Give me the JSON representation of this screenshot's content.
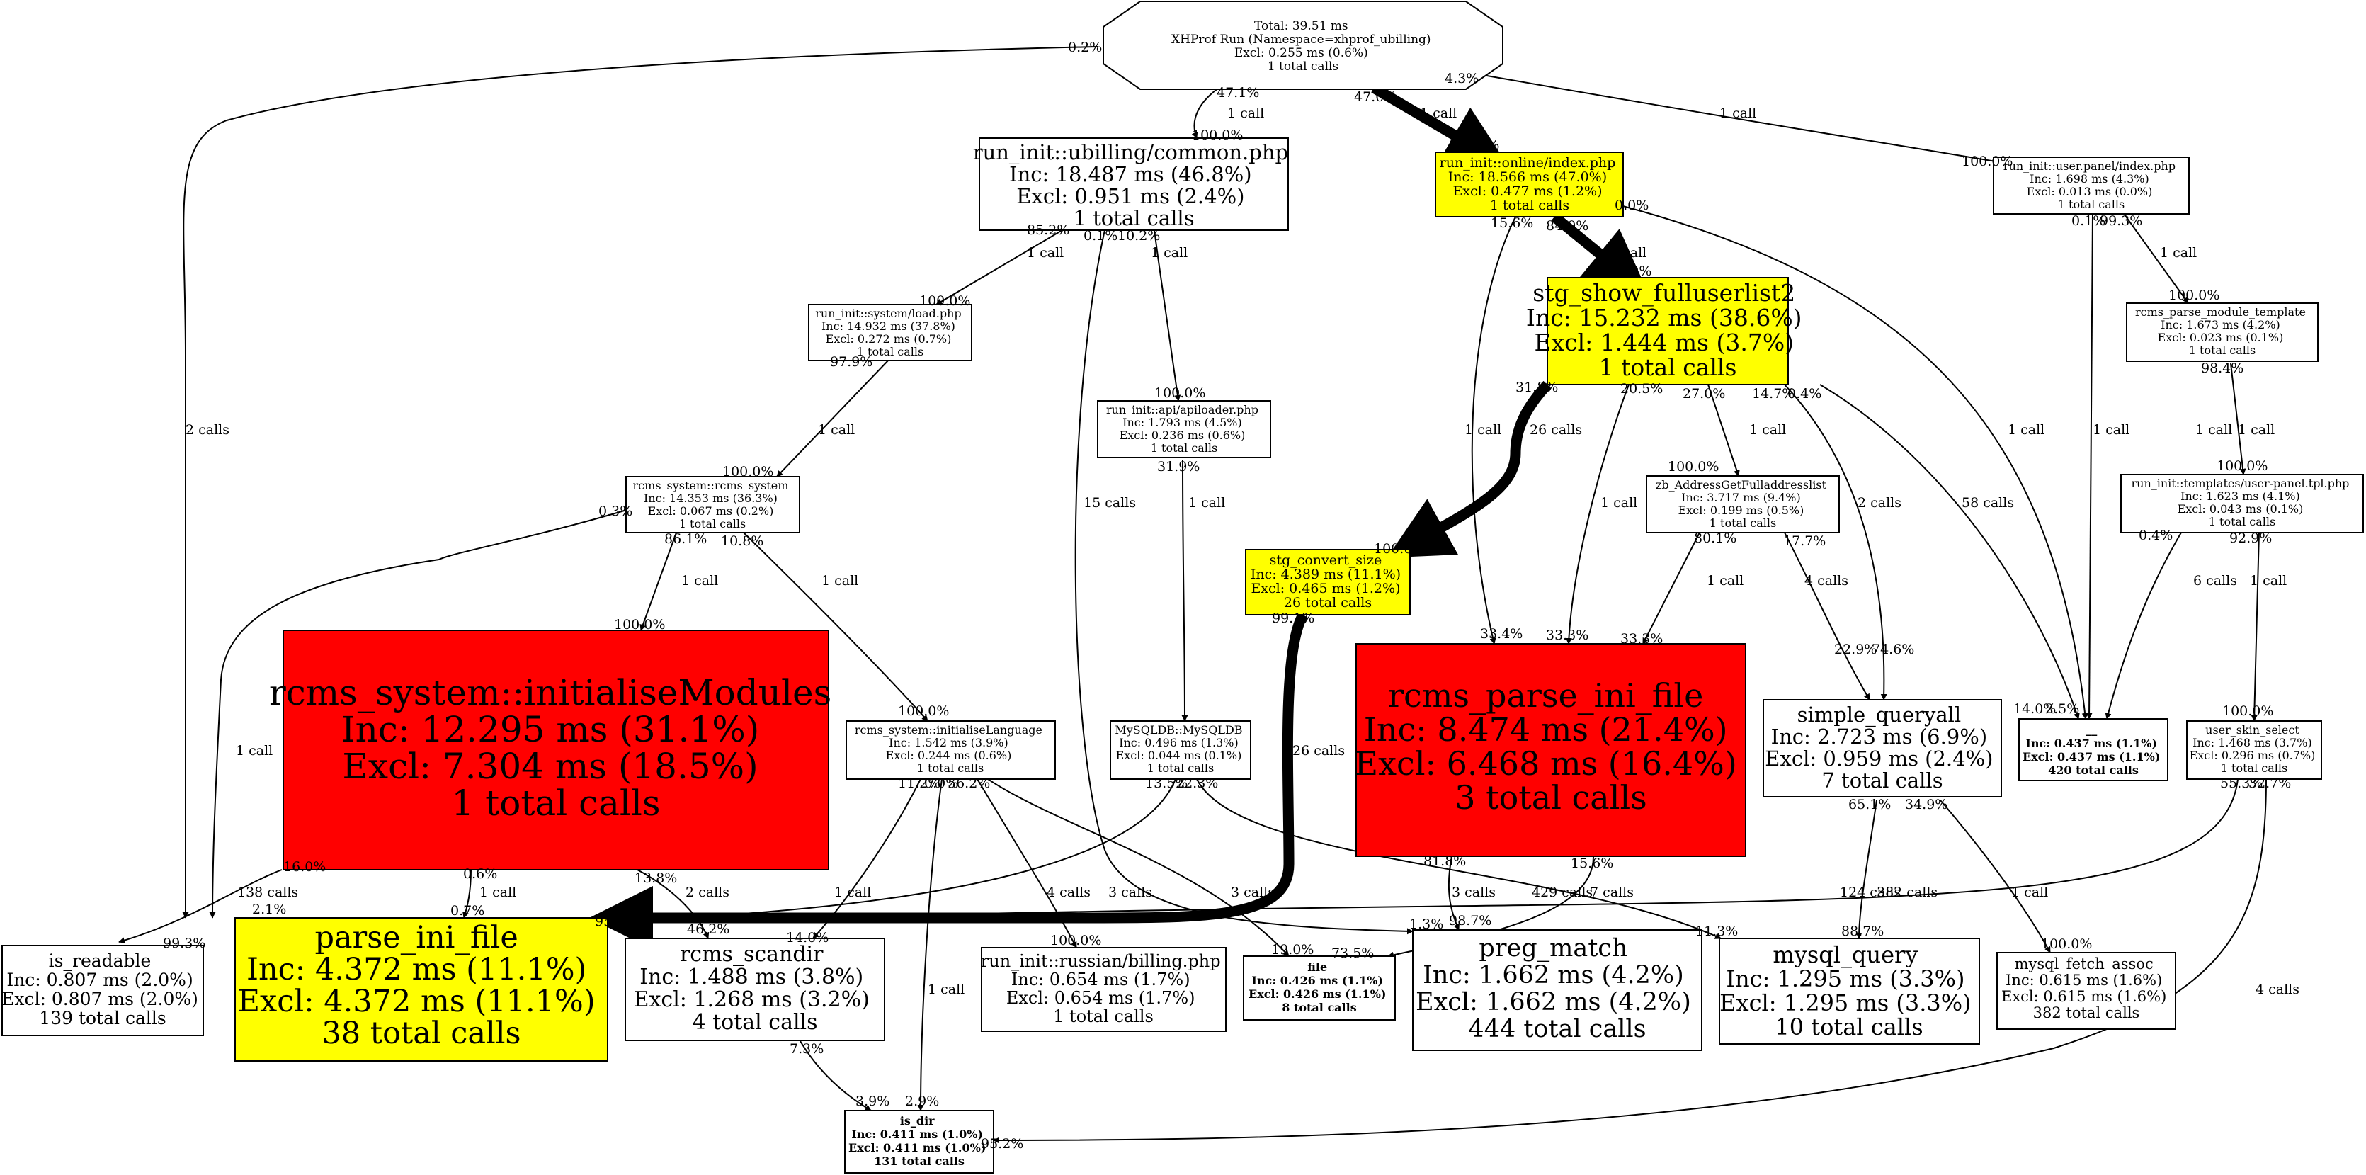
{
  "colors": {
    "hot": "#ff0000",
    "warm": "#ffff00",
    "plain": "#ffffff",
    "stroke": "#000000"
  },
  "nodes": [
    {
      "id": "root",
      "lines": [
        "Total: 39.51 ms",
        "XHProf Run (Namespace=xhprof_ubilling)",
        "Excl: 0.255 ms (0.6%)",
        "1 total calls"
      ],
      "fill": "plain"
    },
    {
      "id": "common",
      "lines": [
        "run_init::ubilling/common.php",
        "Inc: 18.487 ms (46.8%)",
        "Excl: 0.951 ms (2.4%)",
        "1 total calls"
      ],
      "fill": "plain"
    },
    {
      "id": "online",
      "lines": [
        "run_init::online/index.php",
        "Inc: 18.566 ms (47.0%)",
        "Excl: 0.477 ms (1.2%)",
        "1 total calls"
      ],
      "fill": "warm"
    },
    {
      "id": "userpanel",
      "lines": [
        "run_init::user.panel/index.php",
        "Inc: 1.698 ms (4.3%)",
        "Excl: 0.013 ms (0.0%)",
        "1 total calls"
      ],
      "fill": "plain"
    },
    {
      "id": "load",
      "lines": [
        "run_init::system/load.php",
        "Inc: 14.932 ms (37.8%)",
        "Excl: 0.272 ms (0.7%)",
        "1 total calls"
      ],
      "fill": "plain"
    },
    {
      "id": "apiloader",
      "lines": [
        "run_init::api/apiloader.php",
        "Inc: 1.793 ms (4.5%)",
        "Excl: 0.236 ms (0.6%)",
        "1 total calls"
      ],
      "fill": "plain"
    },
    {
      "id": "showfull",
      "lines": [
        "stg_show_fulluserlist2",
        "Inc: 15.232 ms (38.6%)",
        "Excl: 1.444 ms (3.7%)",
        "1 total calls"
      ],
      "fill": "warm"
    },
    {
      "id": "parsemod",
      "lines": [
        "rcms_parse_module_template",
        "Inc: 1.673 ms (4.2%)",
        "Excl: 0.023 ms (0.1%)",
        "1 total calls"
      ],
      "fill": "plain"
    },
    {
      "id": "rcmssystem",
      "lines": [
        "rcms_system::rcms_system",
        "Inc: 14.353 ms (36.3%)",
        "Excl: 0.067 ms (0.2%)",
        "1 total calls"
      ],
      "fill": "plain"
    },
    {
      "id": "convsize",
      "lines": [
        "stg_convert_size",
        "Inc: 4.389 ms (11.1%)",
        "Excl: 0.465 ms (1.2%)",
        "26 total calls"
      ],
      "fill": "warm"
    },
    {
      "id": "zbaddr",
      "lines": [
        "zb_AddressGetFulladdresslist",
        "Inc: 3.717 ms (9.4%)",
        "Excl: 0.199 ms (0.5%)",
        "1 total calls"
      ],
      "fill": "plain"
    },
    {
      "id": "tplpanel",
      "lines": [
        "run_init::templates/user-panel.tpl.php",
        "Inc: 1.623 ms (4.1%)",
        "Excl: 0.043 ms (0.1%)",
        "1 total calls"
      ],
      "fill": "plain"
    },
    {
      "id": "initmods",
      "lines": [
        "rcms_system::initialiseModules",
        "Inc: 12.295 ms (31.1%)",
        "Excl: 7.304 ms (18.5%)",
        "1 total calls"
      ],
      "fill": "hot"
    },
    {
      "id": "initlang",
      "lines": [
        "rcms_system::initialiseLanguage",
        "Inc: 1.542 ms (3.9%)",
        "Excl: 0.244 ms (0.6%)",
        "1 total calls"
      ],
      "fill": "plain"
    },
    {
      "id": "mysqldb",
      "lines": [
        "MySQLDB::MySQLDB",
        "Inc: 0.496 ms (1.3%)",
        "Excl: 0.044 ms (0.1%)",
        "1 total calls"
      ],
      "fill": "plain"
    },
    {
      "id": "rcmsparse",
      "lines": [
        "rcms_parse_ini_file",
        "Inc: 8.474 ms (21.4%)",
        "Excl: 6.468 ms (16.4%)",
        "3 total calls"
      ],
      "fill": "hot"
    },
    {
      "id": "simpleq",
      "lines": [
        "simple_queryall",
        "Inc: 2.723 ms (6.9%)",
        "Excl: 0.959 ms (2.4%)",
        "7 total calls"
      ],
      "fill": "plain"
    },
    {
      "id": "underscore",
      "lines": [
        "__",
        "Inc: 0.437 ms (1.1%)",
        "Excl: 0.437 ms (1.1%)",
        "420 total calls"
      ],
      "fill": "plain"
    },
    {
      "id": "skinsel",
      "lines": [
        "user_skin_select",
        "Inc: 1.468 ms (3.7%)",
        "Excl: 0.296 ms (0.7%)",
        "1 total calls"
      ],
      "fill": "plain"
    },
    {
      "id": "isreadable",
      "lines": [
        "is_readable",
        "Inc: 0.807 ms (2.0%)",
        "Excl: 0.807 ms (2.0%)",
        "139 total calls"
      ],
      "fill": "plain"
    },
    {
      "id": "parseini",
      "lines": [
        "parse_ini_file",
        "Inc: 4.372 ms (11.1%)",
        "Excl: 4.372 ms (11.1%)",
        "38 total calls"
      ],
      "fill": "warm"
    },
    {
      "id": "scandir",
      "lines": [
        "rcms_scandir",
        "Inc: 1.488 ms (3.8%)",
        "Excl: 1.268 ms (3.2%)",
        "4 total calls"
      ],
      "fill": "plain"
    },
    {
      "id": "billing",
      "lines": [
        "run_init::russian/billing.php",
        "Inc: 0.654 ms (1.7%)",
        "Excl: 0.654 ms (1.7%)",
        "1 total calls"
      ],
      "fill": "plain"
    },
    {
      "id": "file",
      "lines": [
        "file",
        "Inc: 0.426 ms (1.1%)",
        "Excl: 0.426 ms (1.1%)",
        "8 total calls"
      ],
      "fill": "plain"
    },
    {
      "id": "pregmatch",
      "lines": [
        "preg_match",
        "Inc: 1.662 ms (4.2%)",
        "Excl: 1.662 ms (4.2%)",
        "444 total calls"
      ],
      "fill": "plain"
    },
    {
      "id": "mysqlquery",
      "lines": [
        "mysql_query",
        "Inc: 1.295 ms (3.3%)",
        "Excl: 1.295 ms (3.3%)",
        "10 total calls"
      ],
      "fill": "plain"
    },
    {
      "id": "fetchassoc",
      "lines": [
        "mysql_fetch_assoc",
        "Inc: 0.615 ms (1.6%)",
        "Excl: 0.615 ms (1.6%)",
        "382 total calls"
      ],
      "fill": "plain"
    },
    {
      "id": "isdir",
      "lines": [
        "is_dir",
        "Inc: 0.411 ms (1.0%)",
        "Excl: 0.411 ms (1.0%)",
        "131 total calls"
      ],
      "fill": "plain"
    }
  ],
  "edges": [
    {
      "id": "e1",
      "label": "1 call"
    },
    {
      "id": "e2",
      "label": "1 call"
    },
    {
      "id": "e3",
      "label": "1 call"
    },
    {
      "id": "e4",
      "label": "2 calls"
    },
    {
      "id": "e5",
      "label": "1 call"
    },
    {
      "id": "e6",
      "label": "1 call"
    },
    {
      "id": "e7",
      "label": "1 call"
    },
    {
      "id": "e8",
      "label": "1 call"
    },
    {
      "id": "e9",
      "label": "1 call"
    },
    {
      "id": "e10",
      "label": "1 call"
    },
    {
      "id": "e11",
      "label": "26 calls"
    },
    {
      "id": "e12",
      "label": "1 call"
    },
    {
      "id": "e13",
      "label": "1 call"
    },
    {
      "id": "e14",
      "label": "2 calls"
    },
    {
      "id": "e15",
      "label": "58 calls"
    },
    {
      "id": "e16",
      "label": "1 call"
    },
    {
      "id": "e17",
      "label": "1 call"
    },
    {
      "id": "e18",
      "label": "15 calls"
    },
    {
      "id": "e19",
      "label": "1 call"
    },
    {
      "id": "e20",
      "label": "1 call"
    },
    {
      "id": "e21",
      "label": "1 call"
    },
    {
      "id": "e22",
      "label": "1 call"
    },
    {
      "id": "e23",
      "label": "1 call"
    },
    {
      "id": "e24",
      "label": "4 calls"
    },
    {
      "id": "e25",
      "label": "1 call"
    },
    {
      "id": "e26",
      "label": "6 calls"
    },
    {
      "id": "e27",
      "label": "26 calls"
    },
    {
      "id": "e28",
      "label": "1 call"
    },
    {
      "id": "e29",
      "label": "138 calls"
    },
    {
      "id": "e30",
      "label": "1 call"
    },
    {
      "id": "e31",
      "label": "1 call"
    },
    {
      "id": "e32",
      "label": "2 calls"
    },
    {
      "id": "e33",
      "label": "1 call"
    },
    {
      "id": "e34",
      "label": "4 calls"
    },
    {
      "id": "e35",
      "label": "3 calls"
    },
    {
      "id": "e36",
      "label": "1 call"
    },
    {
      "id": "e37",
      "label": "3 calls"
    },
    {
      "id": "e38",
      "label": "429 calls"
    },
    {
      "id": "e39",
      "label": "3 calls"
    },
    {
      "id": "e40",
      "label": "7 calls"
    },
    {
      "id": "e41",
      "label": "382 calls"
    },
    {
      "id": "e42",
      "label": "1 call"
    },
    {
      "id": "e43",
      "label": "124 calls"
    },
    {
      "id": "e44",
      "label": "4 calls"
    }
  ],
  "percents": [
    {
      "id": "p1",
      "text": "0.2%"
    },
    {
      "id": "p2",
      "text": "47.1%"
    },
    {
      "id": "p3",
      "text": "47.0%"
    },
    {
      "id": "p4",
      "text": "4.3%"
    },
    {
      "id": "p5",
      "text": "100.0%"
    },
    {
      "id": "p6",
      "text": "100.0%"
    },
    {
      "id": "p7",
      "text": "100.0%"
    },
    {
      "id": "p8",
      "text": "85.2%"
    },
    {
      "id": "p9",
      "text": "0.1%"
    },
    {
      "id": "p10",
      "text": "10.2%"
    },
    {
      "id": "p11",
      "text": "15.6%"
    },
    {
      "id": "p12",
      "text": "84.0%"
    },
    {
      "id": "p13",
      "text": "0.0%"
    },
    {
      "id": "p14",
      "text": "0.1%"
    },
    {
      "id": "p15",
      "text": "99.3%"
    },
    {
      "id": "p16",
      "text": "100.0%"
    },
    {
      "id": "p17",
      "text": "97.9%"
    },
    {
      "id": "p18",
      "text": "100.0%"
    },
    {
      "id": "p19",
      "text": "100.0%"
    },
    {
      "id": "p20",
      "text": "100.0%"
    },
    {
      "id": "p21",
      "text": "31.9%"
    },
    {
      "id": "p22",
      "text": "31.8%"
    },
    {
      "id": "p23",
      "text": "20.5%"
    },
    {
      "id": "p24",
      "text": "27.0%"
    },
    {
      "id": "p25",
      "text": "14.7%"
    },
    {
      "id": "p26",
      "text": "0.4%"
    },
    {
      "id": "p27",
      "text": "98.4%"
    },
    {
      "id": "p28",
      "text": "100.0%"
    },
    {
      "id": "p29",
      "text": "100.0%"
    },
    {
      "id": "p30",
      "text": "0.3%"
    },
    {
      "id": "p31",
      "text": "86.1%"
    },
    {
      "id": "p32",
      "text": "10.8%"
    },
    {
      "id": "p33",
      "text": "100.0%"
    },
    {
      "id": "p34",
      "text": "80.1%"
    },
    {
      "id": "p35",
      "text": "17.7%"
    },
    {
      "id": "p36",
      "text": "0.4%"
    },
    {
      "id": "p37",
      "text": "92.9%"
    },
    {
      "id": "p38",
      "text": "99.1%"
    },
    {
      "id": "p39",
      "text": "100.0%"
    },
    {
      "id": "p40",
      "text": "33.4%"
    },
    {
      "id": "p41",
      "text": "33.3%"
    },
    {
      "id": "p42",
      "text": "33.3%"
    },
    {
      "id": "p43",
      "text": "100.0%"
    },
    {
      "id": "p44",
      "text": "100.0%"
    },
    {
      "id": "p45",
      "text": "22.9%"
    },
    {
      "id": "p46",
      "text": "74.6%"
    },
    {
      "id": "p47",
      "text": "14.0%"
    },
    {
      "id": "p48",
      "text": "2.5%"
    },
    {
      "id": "p49",
      "text": "100.0%"
    },
    {
      "id": "p50",
      "text": "11.2%"
    },
    {
      "id": "p51",
      "text": "0.0%"
    },
    {
      "id": "p52",
      "text": "56.2%"
    },
    {
      "id": "p53",
      "text": "13.5%"
    },
    {
      "id": "p54",
      "text": "22.3%"
    },
    {
      "id": "p55",
      "text": "55.3%"
    },
    {
      "id": "p56",
      "text": "32.7%"
    },
    {
      "id": "p57",
      "text": "16.0%"
    },
    {
      "id": "p58",
      "text": "0.6%"
    },
    {
      "id": "p59",
      "text": "13.8%"
    },
    {
      "id": "p60",
      "text": "81.8%"
    },
    {
      "id": "p61",
      "text": "15.6%"
    },
    {
      "id": "p62",
      "text": "65.1%"
    },
    {
      "id": "p63",
      "text": "34.9%"
    },
    {
      "id": "p64",
      "text": "99.3%"
    },
    {
      "id": "p65",
      "text": "2.1%"
    },
    {
      "id": "p66",
      "text": "0.7%"
    },
    {
      "id": "p67",
      "text": "95.8%"
    },
    {
      "id": "p68",
      "text": "46.2%"
    },
    {
      "id": "p69",
      "text": "14.0%"
    },
    {
      "id": "p70",
      "text": "100.0%"
    },
    {
      "id": "p71",
      "text": "19.0%"
    },
    {
      "id": "p72",
      "text": "73.5%"
    },
    {
      "id": "p73",
      "text": "1.3%"
    },
    {
      "id": "p74",
      "text": "98.7%"
    },
    {
      "id": "p75",
      "text": "11.3%"
    },
    {
      "id": "p76",
      "text": "88.7%"
    },
    {
      "id": "p77",
      "text": "100.0%"
    },
    {
      "id": "p78",
      "text": "7.3%"
    },
    {
      "id": "p79",
      "text": "3.9%"
    },
    {
      "id": "p80",
      "text": "2.9%"
    },
    {
      "id": "p81",
      "text": "95.2%"
    }
  ]
}
